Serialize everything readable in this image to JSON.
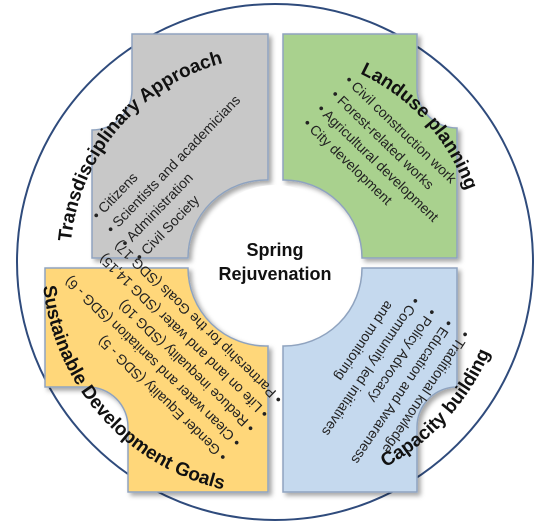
{
  "center": {
    "line1": "Spring",
    "line2": "Rejuvenation"
  },
  "colors": {
    "ring_outline": "#2f4b7c",
    "top_left": "#c8c8c8",
    "top_right": "#a9d18e",
    "bottom_left": "#ffd77a",
    "bottom_right": "#c5d9ee",
    "quadrant_border": "#8fa3bf"
  },
  "quadrants": {
    "top_left": {
      "title": "Transdisciplinary Approach",
      "items": [
        "Citizens",
        "Scientists and academicians",
        "Administration",
        "Civil Society"
      ]
    },
    "top_right": {
      "title": "Landuse planning",
      "items": [
        "Civil construction work",
        "Forest-related works",
        "Agricultural development",
        "City development"
      ]
    },
    "bottom_left": {
      "title": "Sustainable Development Goals",
      "items": [
        "Gender Equality (SDG - 5)",
        "Clean water and sanitation (SDG - 6)",
        "Reduce inequality (SDG 10)",
        "Life on land and water (SDG 14,15)",
        "Partnership for the Goals (SDG 17)"
      ]
    },
    "bottom_right": {
      "title": "Capacity building",
      "items": [
        "Traditional knowledge",
        "Education and Awareness",
        "Policy Advocacy",
        "Community led initiatives",
        "and monitoring"
      ]
    }
  }
}
